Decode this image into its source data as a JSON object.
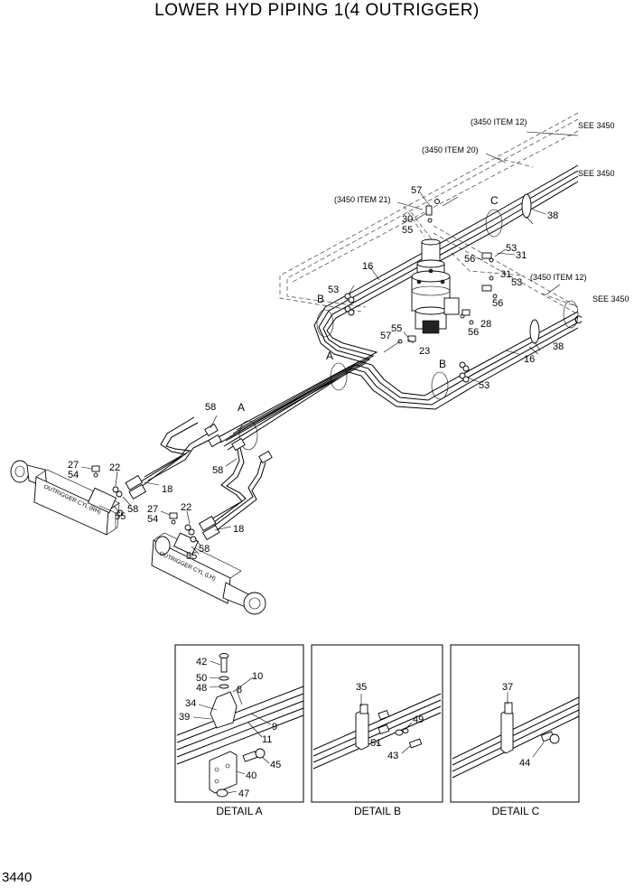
{
  "title": "LOWER HYD PIPING 1(4 OUTRIGGER)",
  "page_number": "3440",
  "references": {
    "r1": "(3450 ITEM 12)",
    "r2": "(3450 ITEM 20)",
    "r3": "(3450 ITEM 21)",
    "r4": "(3450 ITEM 12)",
    "see1": "SEE 3450",
    "see2": "SEE 3450",
    "see3": "SEE 3450"
  },
  "cylinder_labels": {
    "rh": "OUTRIGGER CYL (RH)",
    "lh": "OUTRIGGER CYL (LH)"
  },
  "detail_markers": {
    "a1": "A",
    "a2": "A",
    "b1": "B",
    "b2": "B",
    "c1": "C",
    "c2": "C"
  },
  "main_labels": {
    "l57a": "57",
    "l30": "30",
    "l55a": "55",
    "l38a": "38",
    "l53a": "53",
    "l31a": "31",
    "l56a": "56",
    "l31b": "31",
    "l53b": "53",
    "l56b": "56",
    "l16a": "16",
    "l53c": "53",
    "l28": "28",
    "l56c": "56",
    "l55b": "55",
    "l57b": "57",
    "l23": "23",
    "l38b": "38",
    "l16b": "16",
    "l53d": "53",
    "l58a": "58",
    "l58b": "58",
    "l27a": "27",
    "l54a": "54",
    "l22a": "22",
    "l18a": "18",
    "l58c": "58",
    "l55c": "55",
    "l27b": "27",
    "l54b": "54",
    "l22b": "22",
    "l18b": "18",
    "l58d": "58",
    "l55d": "55"
  },
  "details": {
    "a": {
      "caption": "DETAIL  A",
      "labels": {
        "l42": "42",
        "l50": "50",
        "l48": "48",
        "l10": "10",
        "l8": "8",
        "l34": "34",
        "l39": "39",
        "l9": "9",
        "l11": "11",
        "l45": "45",
        "l40": "40",
        "l47": "47"
      }
    },
    "b": {
      "caption": "DETAIL  B",
      "labels": {
        "l35": "35",
        "l49": "49",
        "l51": "51",
        "l43": "43"
      }
    },
    "c": {
      "caption": "DETAIL  C",
      "labels": {
        "l37": "37",
        "l44": "44"
      }
    }
  }
}
